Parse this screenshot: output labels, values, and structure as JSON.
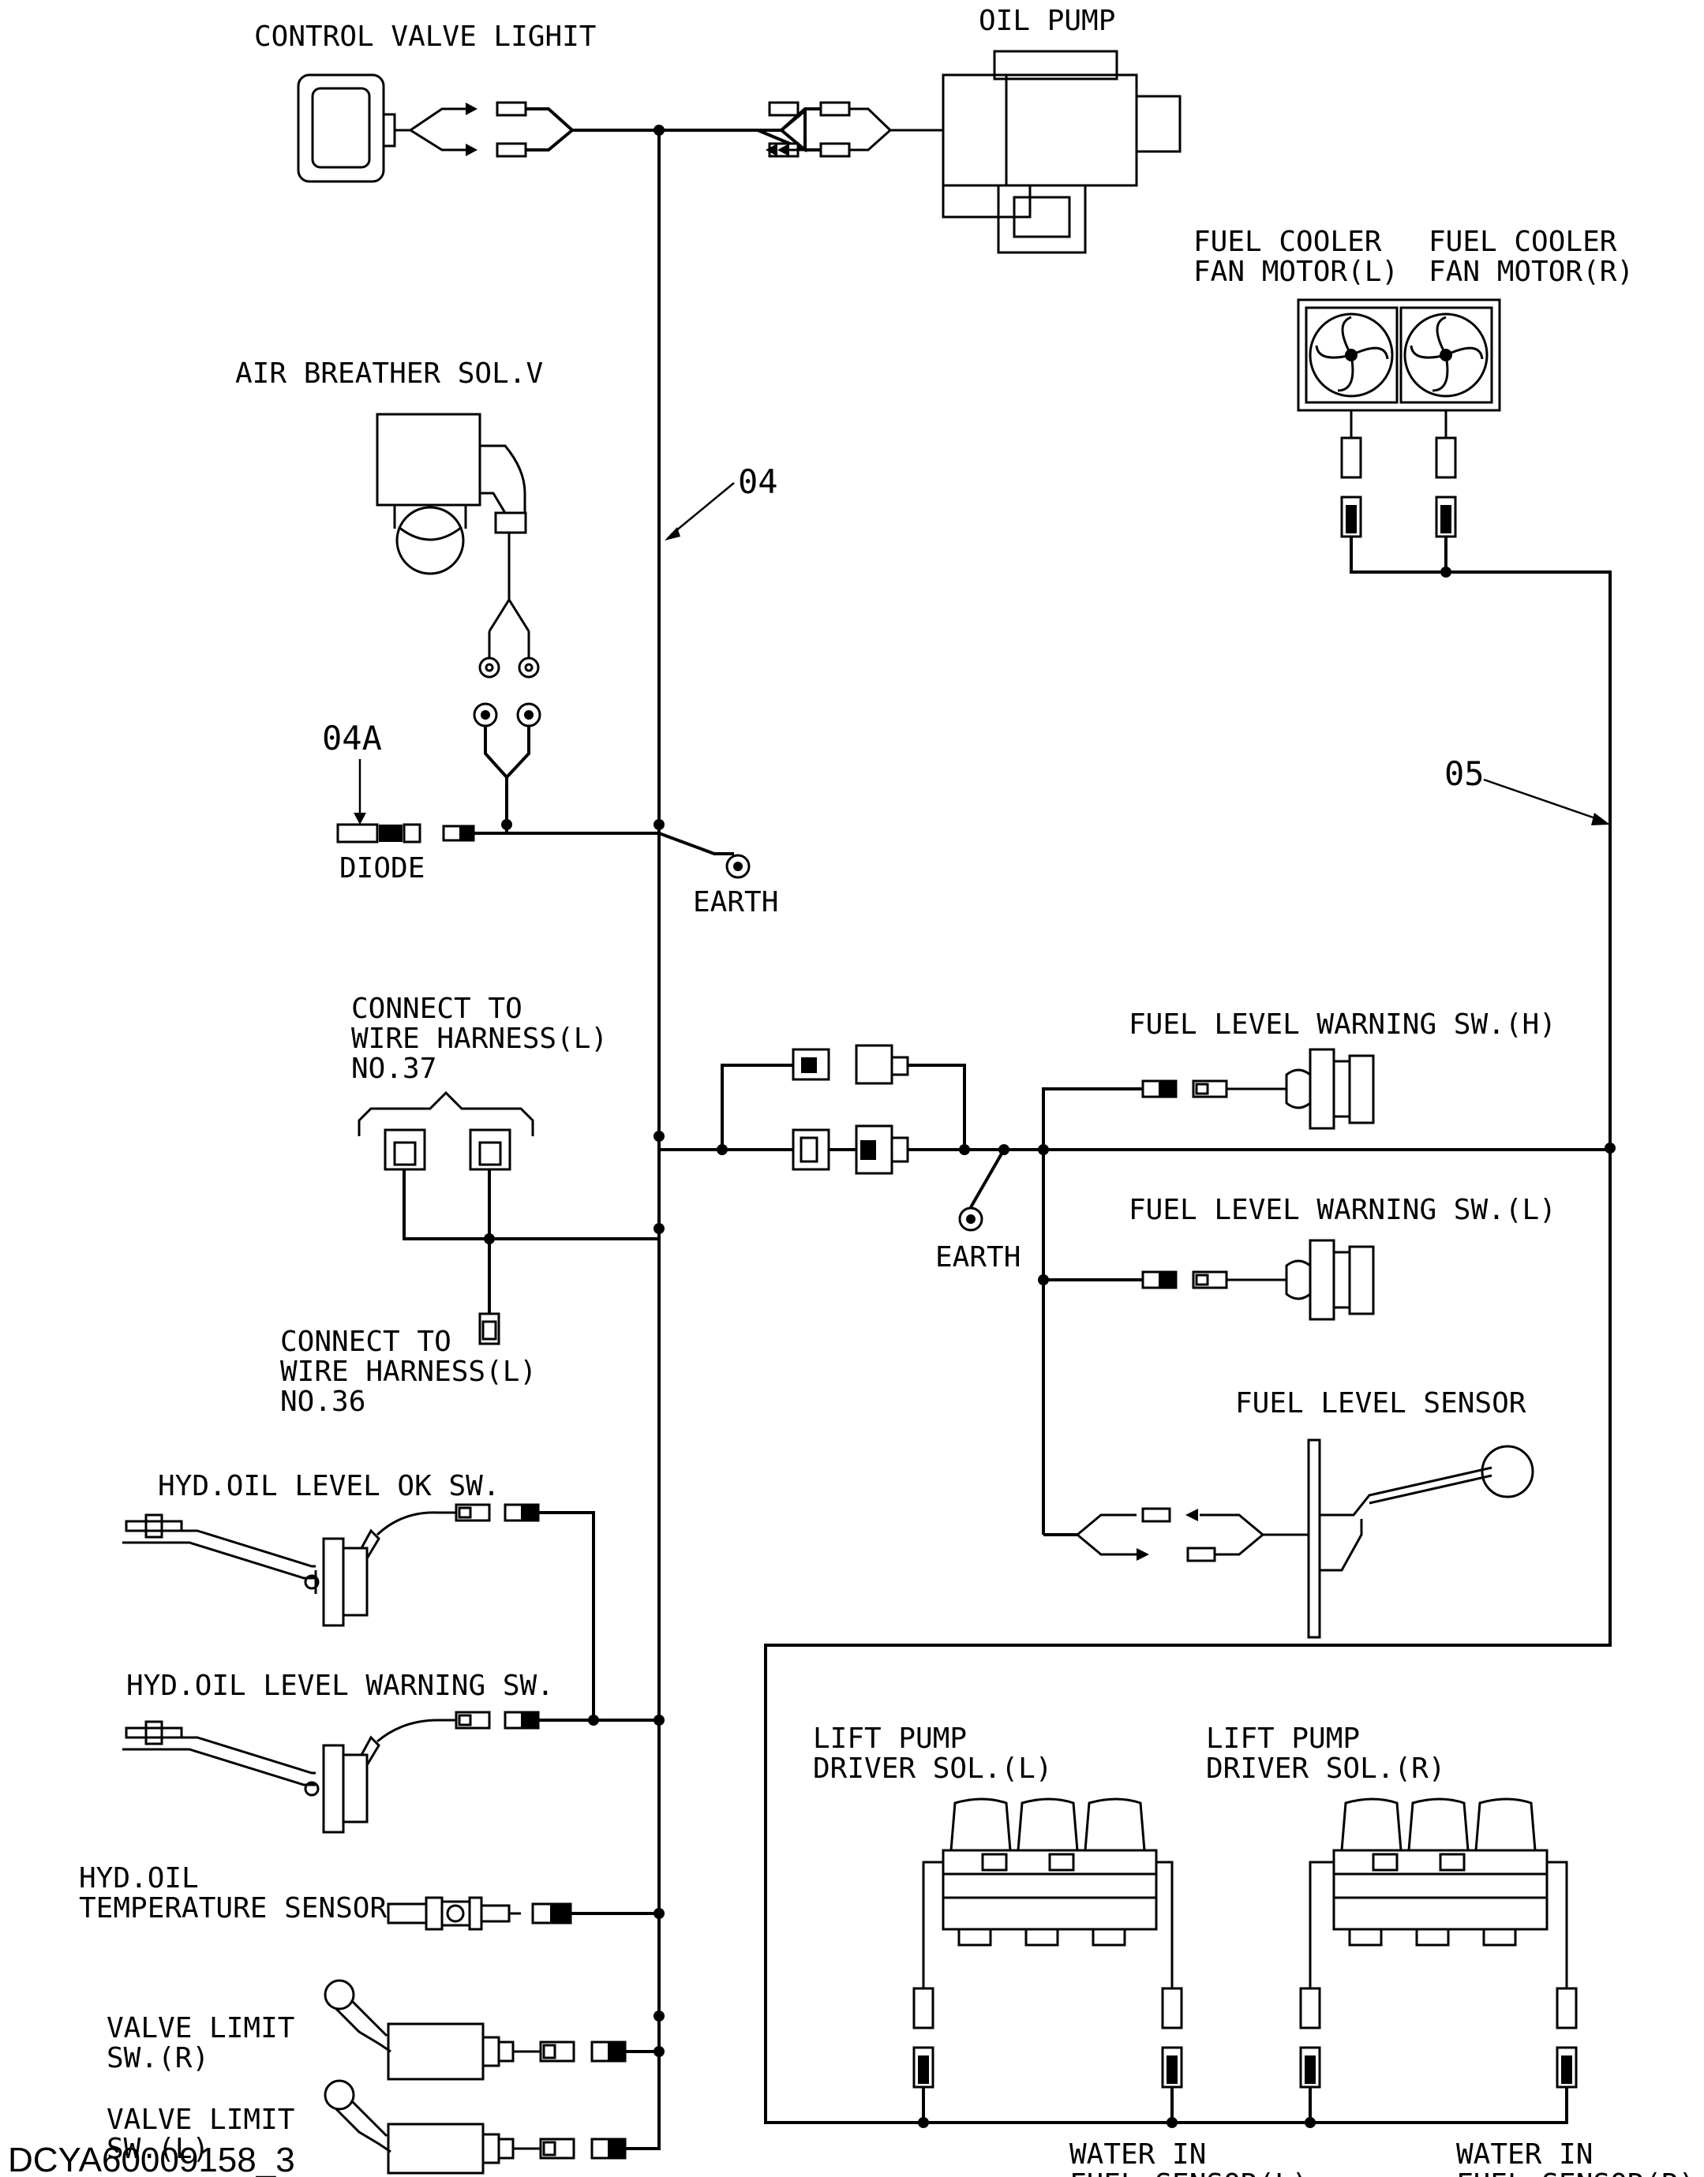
{
  "diagram_id": "DCYA60009158_3",
  "wire_labels": {
    "w04": "04",
    "w04a": "04A",
    "w05": "05"
  },
  "components": {
    "control_valve_light": "CONTROL VALVE LIGHIT",
    "oil_pump": "OIL PUMP",
    "fuel_cooler_fan_l": [
      "FUEL COOLER",
      "FAN MOTOR(L)"
    ],
    "fuel_cooler_fan_r": [
      "FUEL COOLER",
      "FAN MOTOR(R)"
    ],
    "air_breather": "AIR BREATHER SOL.V",
    "diode": "DIODE",
    "earth_1": "EARTH",
    "earth_2": "EARTH",
    "connect_no37": [
      "CONNECT TO",
      "WIRE HARNESS(L)",
      "NO.37"
    ],
    "connect_no36": [
      "CONNECT TO",
      "WIRE HARNESS(L)",
      "NO.36"
    ],
    "fuel_level_warn_h": "FUEL LEVEL WARNING SW.(H)",
    "fuel_level_warn_l": "FUEL LEVEL WARNING SW.(L)",
    "fuel_level_sensor": "FUEL LEVEL SENSOR",
    "hyd_oil_level_ok": "HYD.OIL LEVEL OK SW.",
    "hyd_oil_level_warn": "HYD.OIL LEVEL WARNING SW.",
    "hyd_oil_temp": [
      "HYD.OIL",
      "TEMPERATURE SENSOR"
    ],
    "valve_limit_r": [
      "VALVE LIMIT",
      "SW.(R)"
    ],
    "valve_limit_l": [
      "VALVE LIMIT",
      "SW.(L)"
    ],
    "lift_pump_l": [
      "LIFT PUMP",
      "DRIVER SOL.(L)"
    ],
    "lift_pump_r": [
      "LIFT PUMP",
      "DRIVER SOL.(R)"
    ],
    "water_in_l": [
      "WATER IN",
      "FUEL SENSOR(L)"
    ],
    "water_in_r": [
      "WATER IN",
      "FUEL SENSOR(R)"
    ]
  }
}
